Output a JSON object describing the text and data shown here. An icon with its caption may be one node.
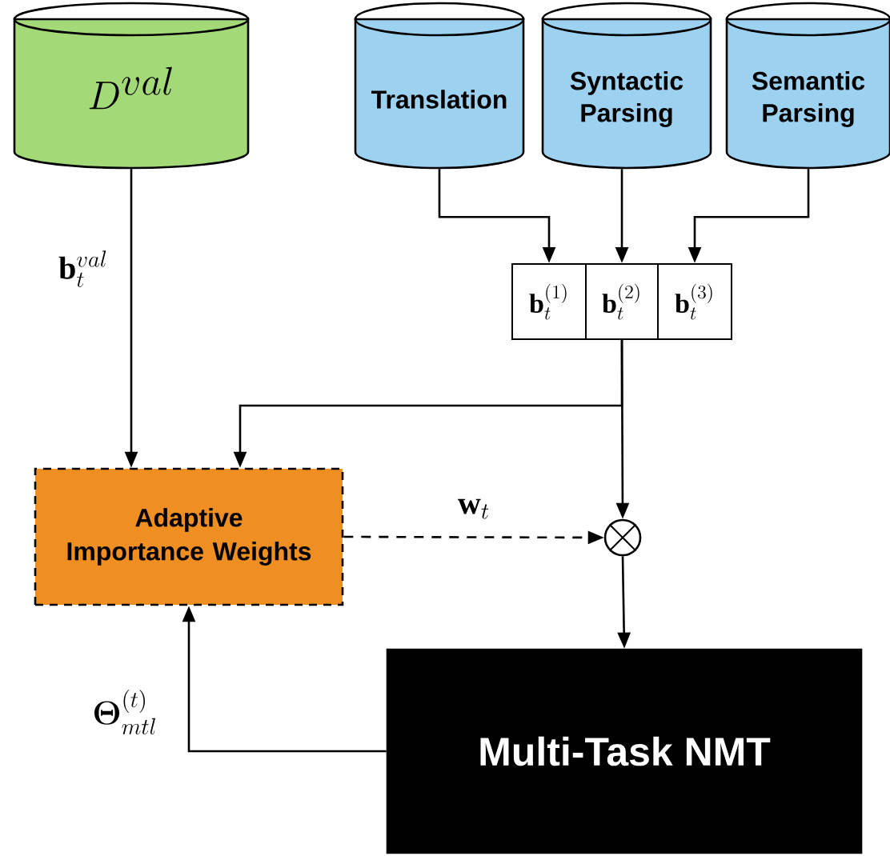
{
  "diagram": {
    "nodes": [
      {
        "text": [
          "D^{val}"
        ]
      },
      {
        "text": [
          "Translation"
        ]
      },
      {
        "text": [
          "Syntactic Parsing"
        ]
      },
      {
        "text": [
          "Semantic Parsing"
        ]
      },
      {
        "text": [
          "\\mathbf{b}_t^{(1)}"
        ]
      },
      {
        "text": [
          "\\mathbf{b}_t^{(2)}"
        ]
      },
      {
        "text": [
          "\\mathbf{b}_t^{(3)}"
        ]
      },
      {
        "text": [
          "Adaptive Importance Weights"
        ]
      },
      {
        "text": [],
        "shape": "circle"
      },
      {
        "text": [
          "Multi-Task NMT"
        ]
      }
    ],
    "edges": [
      {
        "from": 0,
        "to": 7,
        "arrow": "to",
        "label": "\\mathbf{b}_t^{val}"
      },
      {
        "from": 1,
        "to": 4,
        "arrow": "to"
      },
      {
        "from": 2,
        "to": 5,
        "arrow": "to"
      },
      {
        "from": 3,
        "to": 6,
        "arrow": "to"
      },
      {
        "from": 5,
        "to": 7,
        "arrow": "to"
      },
      {
        "from": 5,
        "to": 8,
        "arrow": "to"
      },
      {
        "from": 7,
        "to": 8,
        "arrow": "to",
        "style": "dashed",
        "label": "\\mathbf{w}_t"
      },
      {
        "from": 8,
        "to": 9,
        "arrow": "to"
      },
      {
        "from": 9,
        "to": 7,
        "arrow": "to",
        "label": "\\boldsymbol{\\Theta}_{mtl}^{(t)}"
      }
    ]
  }
}
